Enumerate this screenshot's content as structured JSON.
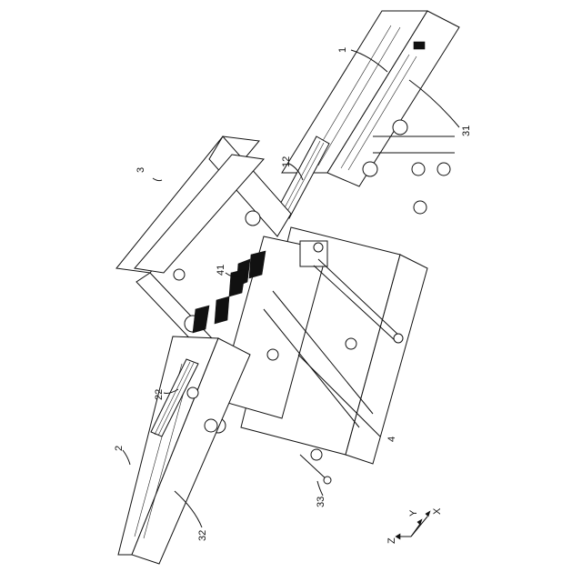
{
  "figure": {
    "reference_labels": {
      "assembly": "3",
      "rail_right": "1",
      "rail_left": "2",
      "cable_chain_right": "12",
      "cable_chain_left": "22",
      "drive_right": "31",
      "drive_left": "32",
      "pivot_link": "33",
      "frame": "4",
      "heat_sink": "41"
    },
    "axes": {
      "x": "X",
      "y": "Y",
      "z": "Z"
    }
  }
}
